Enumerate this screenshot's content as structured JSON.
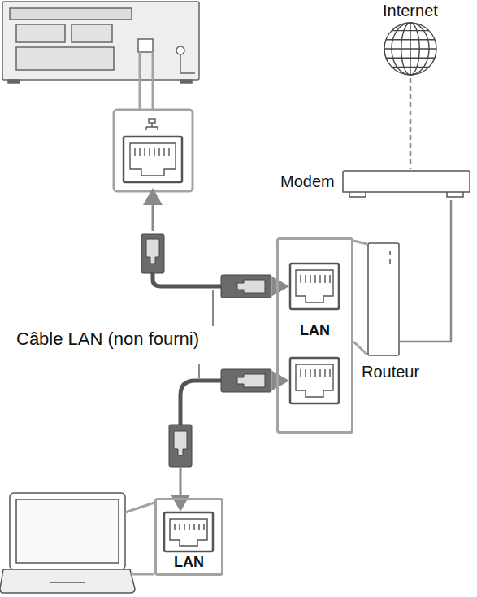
{
  "diagram": {
    "nodes": [
      {
        "text": [
          "Internet"
        ]
      },
      {
        "text": [
          "Modem"
        ]
      },
      {
        "text": [
          "Routeur"
        ]
      },
      {
        "text": [
          "LAN"
        ]
      },
      {
        "text": [
          "LAN"
        ]
      }
    ],
    "edges": [
      {
        "from": 0,
        "to": 1,
        "arrow": "none"
      },
      {
        "from": 1,
        "to": 2,
        "arrow": "none"
      }
    ],
    "labels": [
      "Câble LAN (non fourni)"
    ]
  }
}
